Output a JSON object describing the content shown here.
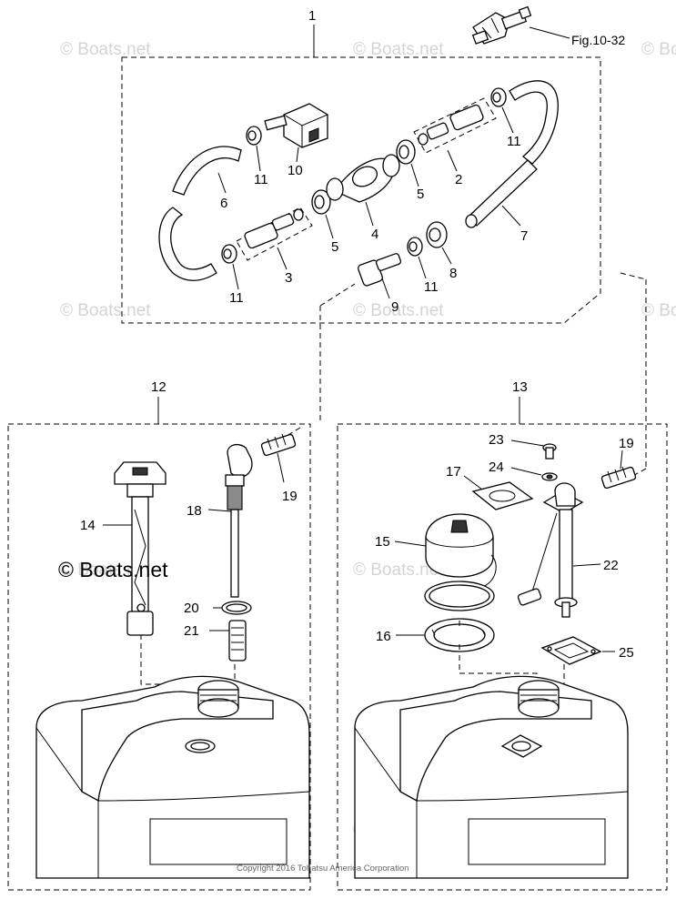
{
  "watermark": {
    "text": "© Boats.net"
  },
  "brand_text": "© Boats.net",
  "copyright": "Copyright 2016 Tohatsu America Corporation",
  "figure_ref": "Fig.10-32",
  "callouts": {
    "c1": "1",
    "c2": "2",
    "c3": "3",
    "c4": "4",
    "c5a": "5",
    "c5b": "5",
    "c6": "6",
    "c7": "7",
    "c8": "8",
    "c9": "9",
    "c10": "10",
    "c11a": "11",
    "c11b": "11",
    "c11c": "11",
    "c11d": "11",
    "c12": "12",
    "c13": "13",
    "c14": "14",
    "c15": "15",
    "c16": "16",
    "c17": "17",
    "c18": "18",
    "c19a": "19",
    "c19b": "19",
    "c20": "20",
    "c21": "21",
    "c22": "22",
    "c23": "23",
    "c24": "24",
    "c25": "25"
  }
}
